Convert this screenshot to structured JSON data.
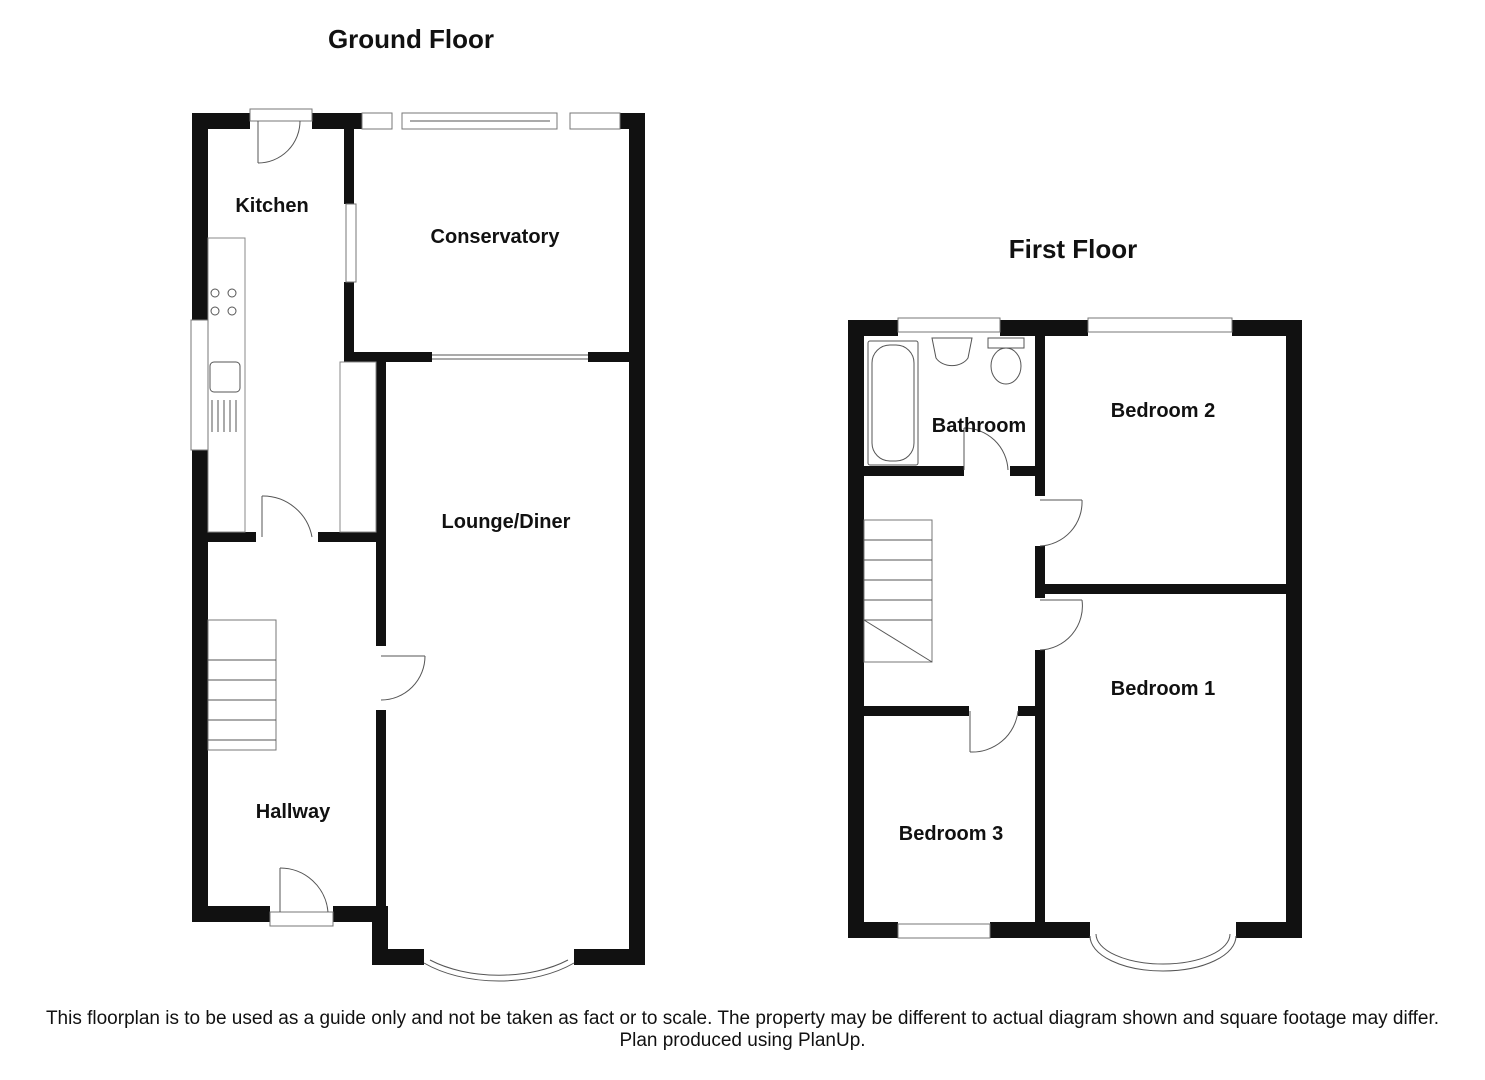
{
  "titles": {
    "ground_floor": "Ground Floor",
    "first_floor": "First Floor"
  },
  "rooms": {
    "kitchen": "Kitchen",
    "conservatory": "Conservatory",
    "lounge_diner": "Lounge/Diner",
    "hallway": "Hallway",
    "bathroom": "Bathroom",
    "bedroom_1": "Bedroom 1",
    "bedroom_2": "Bedroom 2",
    "bedroom_3": "Bedroom 3"
  },
  "disclaimer": {
    "line1": "This floorplan is to be used as a guide only and not be taken as fact or to scale. The property may be different to actual diagram shown and square footage may differ.",
    "line2": "Plan produced using PlanUp."
  },
  "colors": {
    "wall": "#111111",
    "fixture": "#777777",
    "background": "#ffffff"
  }
}
